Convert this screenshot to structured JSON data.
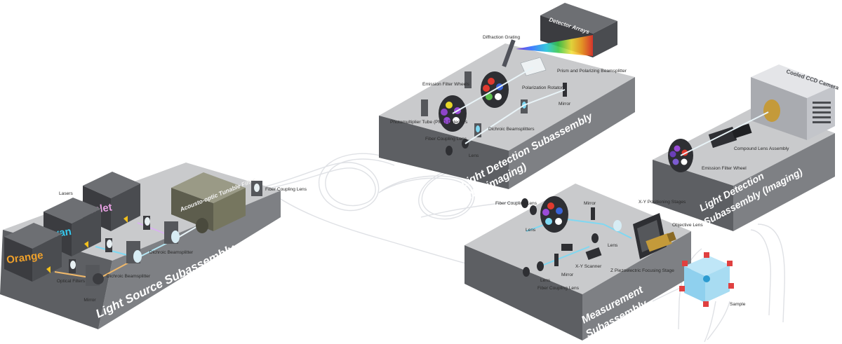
{
  "assemblies": {
    "light_source": {
      "title": "Light Source Subassembly",
      "lasers_label": "Lasers",
      "lasers": [
        {
          "name": "Violet",
          "color": "#e7a1e2"
        },
        {
          "name": "Cyan",
          "color": "#36c9ee"
        },
        {
          "name": "Orange",
          "color": "#f0a12b"
        }
      ],
      "aotf": "Acousto-optic Tunable Filter",
      "labels": {
        "optical_filters": "Optical Filters",
        "mirror": "Mirror",
        "dichroic_1": "Dichroic Beamsplitter",
        "dichroic_2": "Dichroic Beamsplitter",
        "fiber_coupling_lens": "Fiber Coupling Lens"
      }
    },
    "nonimaging": {
      "title_line1": "Light Detection Subassembly",
      "title_line2": "(Nonimaging)",
      "detector": "Detector Arrays",
      "labels": {
        "diffraction_grating": "Diffraction Grating",
        "prism": "Prism and Polarizing Beamsplitter",
        "polarization_rotator": "Polarization Rotator",
        "emission_filter_wheels": "Emission Filter Wheels",
        "mirror": "Mirror",
        "pmt": "Photomultiplier Tube (PMT) Detectors",
        "dichroic": "Dichroic Beamsplitters",
        "fiber_coupling_lens": "Fiber Coupling Lens",
        "lens": "Lens"
      }
    },
    "imaging": {
      "title_line1": "Light Detection",
      "title_line2": "Subassembly (Imaging)",
      "camera": "Cooled CCD Camera",
      "labels": {
        "compound_lens": "Compound Lens Assembly",
        "emission_filter_wheel": "Emission Filter Wheel"
      }
    },
    "measurement": {
      "title_line1": "Measurement",
      "title_line2": "Subassembly",
      "labels": {
        "fiber_coupling_lens_top": "Fiber Coupling Lens",
        "lens_1": "Lens",
        "mirror_1": "Mirror",
        "xy_positioning": "X-Y Positioning Stages",
        "objective": "Objective Lens",
        "lens_2": "Lens",
        "xy_scanner": "X-Y Scanner",
        "mirror_2": "Mirror",
        "lens_3": "Lens",
        "fiber_coupling_lens_bottom": "Fiber Coupling Lens",
        "z_piezo": "Z Piezoelectric Focusing Stage",
        "sample": "Sample"
      }
    }
  },
  "colors": {
    "platform_top": "#c9cacc",
    "platform_side": "#5d5f63",
    "platform_front": "#7e8084",
    "beam_cyan": "#7fd8f2",
    "beam_orange": "#f1b96a",
    "fiber": "#e4e6ea"
  }
}
